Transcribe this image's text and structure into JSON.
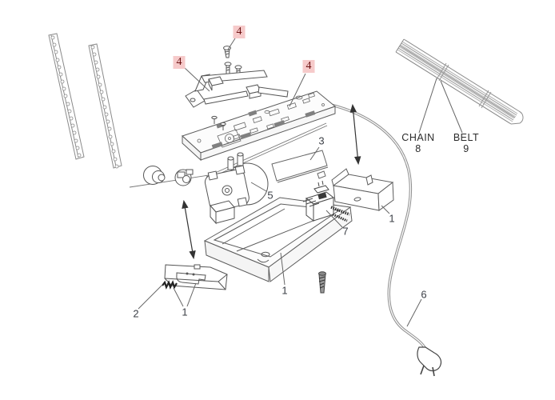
{
  "diagram": {
    "description": "Exploded parts diagram of a garage door opener power head",
    "colors": {
      "background": "#ffffff",
      "line": "#5c5c5c",
      "callout_text": "#3b3f46",
      "highlight_bg": "#f6caca",
      "highlight_text": "#6e1414",
      "label_text": "#2b2b2b"
    },
    "callouts": [
      {
        "label": "4",
        "highlighted": true
      },
      {
        "label": "4",
        "highlighted": true
      },
      {
        "label": "4",
        "highlighted": true
      },
      {
        "label": "3",
        "highlighted": false
      },
      {
        "label": "5",
        "highlighted": false
      },
      {
        "label": "7",
        "highlighted": false
      },
      {
        "label": "1",
        "highlighted": false
      },
      {
        "label": "1",
        "highlighted": false
      },
      {
        "label": "1",
        "highlighted": false
      },
      {
        "label": "2",
        "highlighted": false
      },
      {
        "label": "6",
        "highlighted": false
      }
    ],
    "part_labels": [
      {
        "name": "CHAIN",
        "number": "8"
      },
      {
        "name": "BELT",
        "number": "9"
      }
    ]
  }
}
